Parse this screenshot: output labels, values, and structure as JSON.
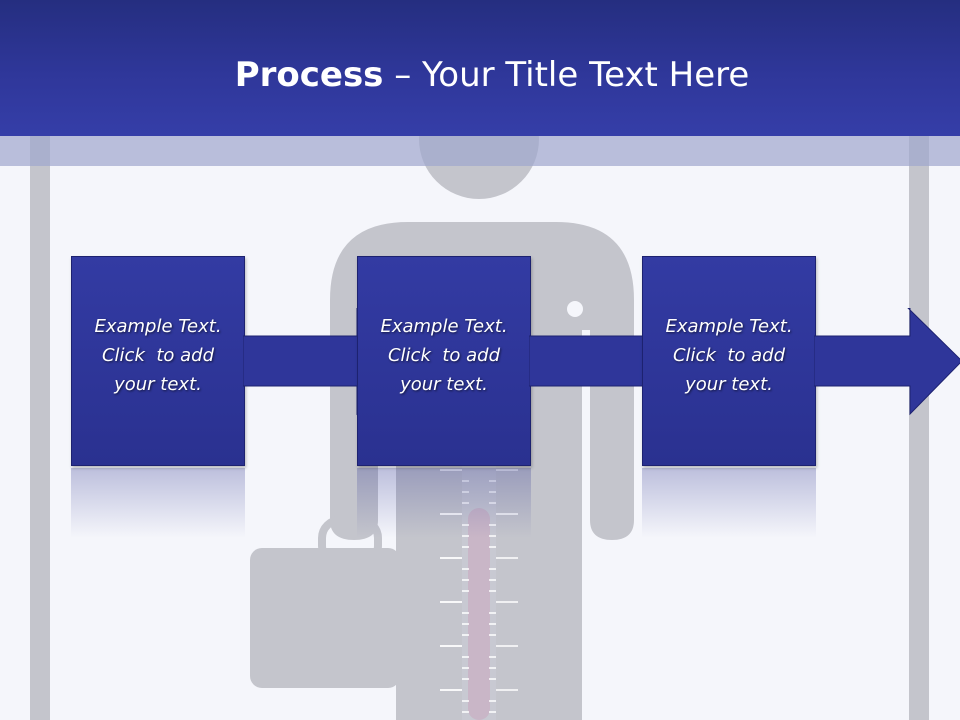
{
  "title": {
    "bold": "Process",
    "rest": " – Your Title Text Here"
  },
  "steps": [
    {
      "lines": [
        "Example Text.",
        "Click  to add",
        "your text."
      ]
    },
    {
      "lines": [
        "Example Text.",
        "Click  to add",
        "your text."
      ]
    },
    {
      "lines": [
        "Example Text.",
        "Click  to add",
        "your text."
      ]
    }
  ],
  "colors": {
    "header": "#2f379a",
    "box": "#2f369a",
    "figure": "#c4c5cc",
    "background": "#f5f6fb"
  }
}
